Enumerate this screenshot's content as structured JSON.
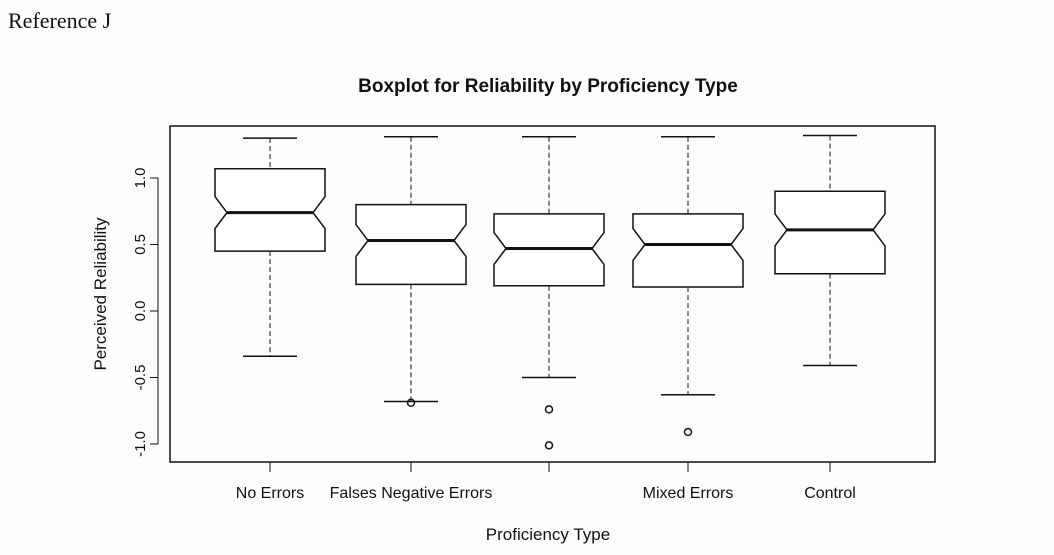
{
  "header": {
    "reference": "Reference J"
  },
  "chart_data": {
    "type": "boxplot",
    "title": "Boxplot for Reliability by Proficiency Type",
    "xlabel": "Proficiency Type",
    "ylabel": "Perceived Reliability",
    "categories": [
      "No Errors",
      "Falses Negative Errors",
      "",
      "Mixed Errors",
      "Control"
    ],
    "yticks": [
      -1.0,
      -0.5,
      0.0,
      0.5,
      1.0
    ],
    "ytick_labels": [
      "-1.0",
      "-0.5",
      "0.0",
      "0.5",
      "1.0"
    ],
    "ylim": [
      -1.12,
      1.4
    ],
    "notched": true,
    "boxes": [
      {
        "whisker_low": -0.34,
        "q1": 0.45,
        "median": 0.74,
        "q3": 1.07,
        "whisker_high": 1.3,
        "outliers": []
      },
      {
        "whisker_low": -0.68,
        "q1": 0.2,
        "median": 0.53,
        "q3": 0.8,
        "whisker_high": 1.31,
        "outliers": [
          -0.69
        ]
      },
      {
        "whisker_low": -0.5,
        "q1": 0.19,
        "median": 0.47,
        "q3": 0.73,
        "whisker_high": 1.31,
        "outliers": [
          -0.74,
          -1.01
        ]
      },
      {
        "whisker_low": -0.63,
        "q1": 0.18,
        "median": 0.5,
        "q3": 0.73,
        "whisker_high": 1.31,
        "outliers": [
          -0.91
        ]
      },
      {
        "whisker_low": -0.41,
        "q1": 0.28,
        "median": 0.61,
        "q3": 0.9,
        "whisker_high": 1.32,
        "outliers": []
      }
    ]
  }
}
